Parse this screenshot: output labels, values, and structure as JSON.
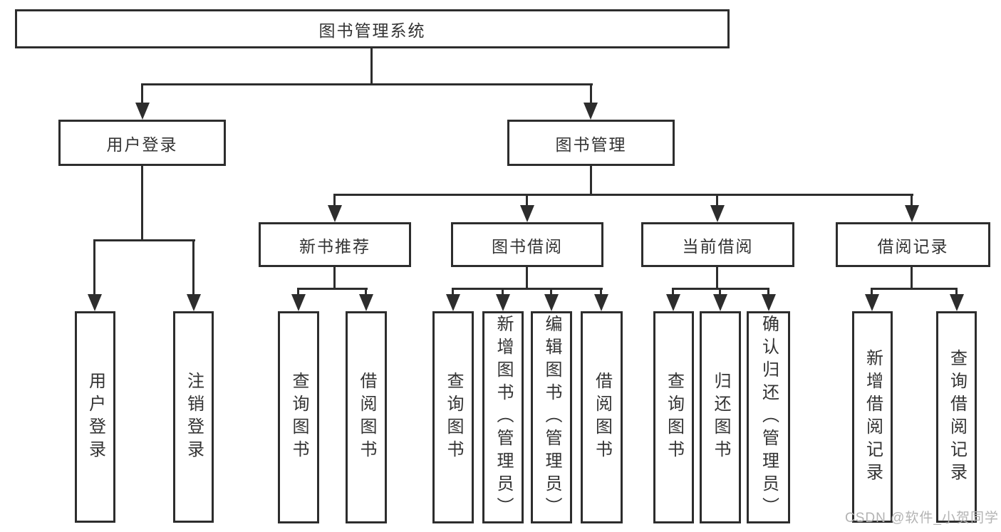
{
  "colors": {
    "line": "#2d2d2d",
    "text": "#333333",
    "background": "#ffffff",
    "watermark": "#b3b3b3"
  },
  "watermark": "CSDN @软件_小贺同学",
  "tree": {
    "label": "图书管理系统",
    "children": [
      {
        "label": "用户登录",
        "children": [
          {
            "label": "用户登录"
          },
          {
            "label": "注销登录"
          }
        ]
      },
      {
        "label": "图书管理",
        "children": [
          {
            "label": "新书推荐",
            "children": [
              {
                "label": "查询图书"
              },
              {
                "label": "借阅图书"
              }
            ]
          },
          {
            "label": "图书借阅",
            "children": [
              {
                "label": "查询图书"
              },
              {
                "label": "新增图书（管理员）"
              },
              {
                "label": "编辑图书（管理员）"
              },
              {
                "label": "借阅图书"
              }
            ]
          },
          {
            "label": "当前借阅",
            "children": [
              {
                "label": "查询图书"
              },
              {
                "label": "归还图书"
              },
              {
                "label": "确认归还（管理员）"
              }
            ]
          },
          {
            "label": "借阅记录",
            "children": [
              {
                "label": "新增借阅记录"
              },
              {
                "label": "查询借阅记录"
              }
            ]
          }
        ]
      }
    ]
  }
}
